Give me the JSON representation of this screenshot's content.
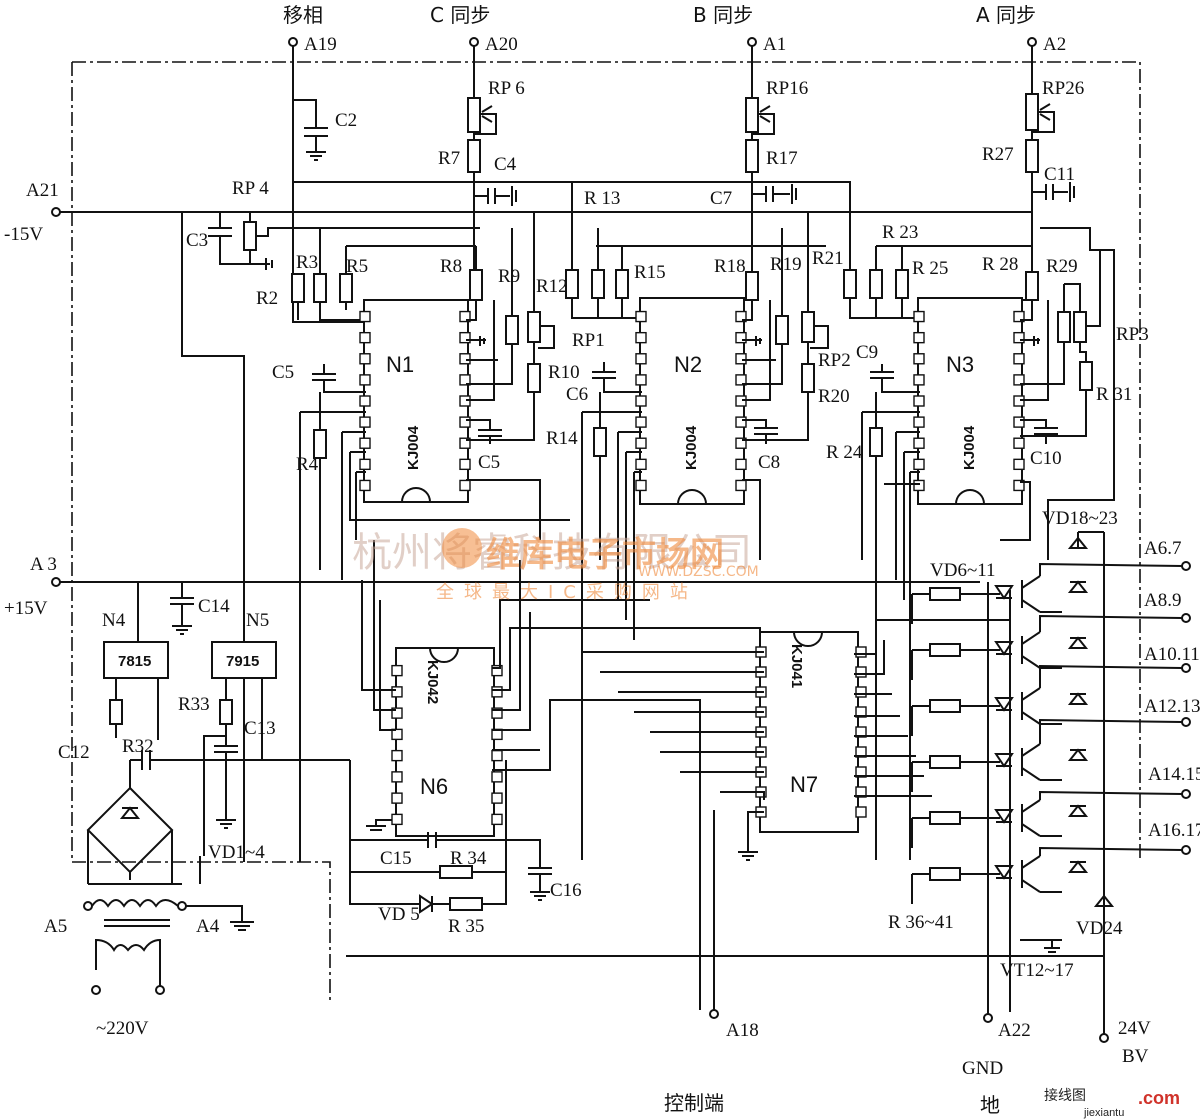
{
  "top_terminals": [
    {
      "label": "移相",
      "pin": "A19"
    },
    {
      "label": "C 同步",
      "pin": "A20"
    },
    {
      "label": "B 同步",
      "pin": "A1"
    },
    {
      "label": "A 同步",
      "pin": "A2"
    }
  ],
  "left_terminals": {
    "a21": "A21",
    "neg15": "-15V",
    "a3": "A 3",
    "pos15": "+15V",
    "a5": "A5",
    "a4": "A4",
    "ac": "~220V"
  },
  "right_terminals": [
    "A6.7",
    "A8.9",
    "A10.11",
    "A12.13",
    "A14.15",
    "A16.17"
  ],
  "bottom_terminals": {
    "a18": "A18",
    "a22": "A22",
    "v24": "24V",
    "bv": "BV",
    "gnd": "GND",
    "di": "地",
    "control": "控制端"
  },
  "ics": {
    "n1": "N1",
    "n2": "N2",
    "n3": "N3",
    "n4": "N4",
    "n5": "N5",
    "n6": "N6",
    "n7": "N7",
    "kj004": "KJ004",
    "kj042": "KJ042",
    "kj041": "KJ041",
    "reg1": "7815",
    "reg2": "7915"
  },
  "components": {
    "c2": "C2",
    "c3": "C3",
    "c4": "C4",
    "c5a": "C5",
    "c5b": "C5",
    "c6": "C6",
    "c7": "C7",
    "c8": "C8",
    "c9": "C9",
    "c10": "C10",
    "c11": "C11",
    "c12": "C12",
    "c13": "C13",
    "c14": "C14",
    "c15": "C15",
    "c16": "C16",
    "rp1": "RP1",
    "rp2": "RP2",
    "rp3": "RP3",
    "rp4": "RP 4",
    "rp6": "RP 6",
    "rp16": "RP16",
    "rp26": "RP26",
    "r2": "R2",
    "r3": "R3",
    "r4": "R4",
    "r5": "R5",
    "r7": "R7",
    "r8": "R8",
    "r9": "R9",
    "r10": "R10",
    "r12": "R12",
    "r13": "R 13",
    "r14": "R14",
    "r15": "R15",
    "r17": "R17",
    "r18": "R18",
    "r19": "R19",
    "r20": "R20",
    "r21": "R21",
    "r23": "R 23",
    "r24": "R 24",
    "r25": "R 25",
    "r27": "R27",
    "r28": "R 28",
    "r29": "R29",
    "r31": "R 31",
    "r32": "R32",
    "r33": "R33",
    "r34": "R 34",
    "r35": "R 35",
    "r36": "R 36~41",
    "vd5": "VD 5",
    "vd14": "VD1~4",
    "vd611": "VD6~11",
    "vd1823": "VD18~23",
    "vd24": "VD24",
    "vt": "VT12~17"
  },
  "watermark": {
    "company": "杭州将睿科技有限公司",
    "brand": "维库电子市场网",
    "url": "WWW.DZSC.COM",
    "tagline": "全球最大IC采购网站",
    "corner": "接线图",
    "corner_url": "jiexiantu",
    "corner_com": ".com"
  }
}
